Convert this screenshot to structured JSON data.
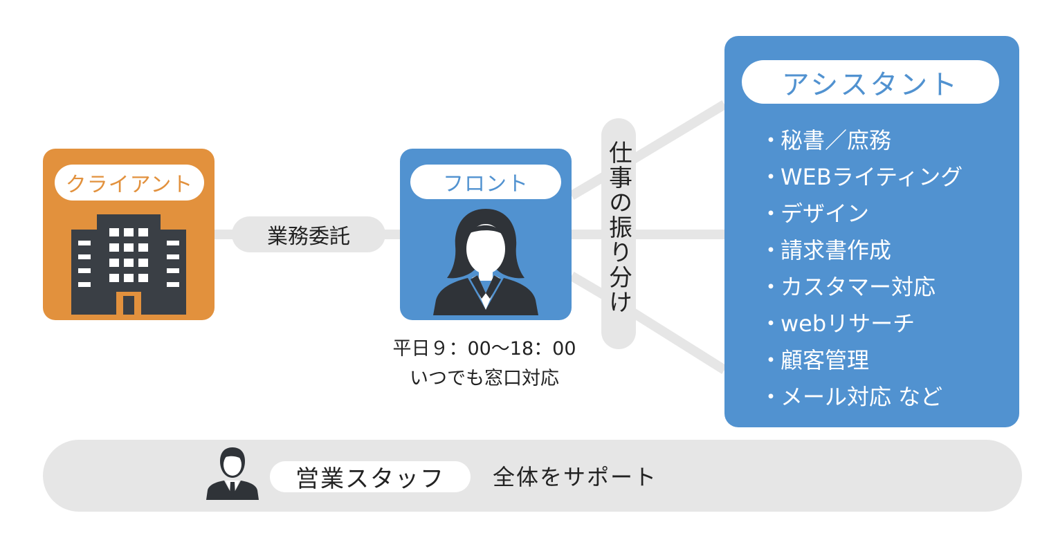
{
  "client": {
    "label": "クライアント",
    "icon": "building-icon",
    "color": "#e2913d"
  },
  "contract": {
    "label": "業務委託"
  },
  "front": {
    "label": "フロント",
    "icon": "businesswoman-icon",
    "color": "#5192d0",
    "hours": "平日９：00〜18：00",
    "note": "いつでも窓口対応"
  },
  "distribution": {
    "label": "仕事の振り分け"
  },
  "assistant": {
    "label": "アシスタント",
    "color": "#5192d0",
    "bullet": "・",
    "tasks": [
      "秘書／庶務",
      "WEBライティング",
      "デザイン",
      "請求書作成",
      "カスタマー対応",
      "webリサーチ",
      "顧客管理",
      "メール対応 など"
    ]
  },
  "sales": {
    "label": "営業スタッフ",
    "description": "全体をサポート",
    "icon": "businessman-icon"
  }
}
